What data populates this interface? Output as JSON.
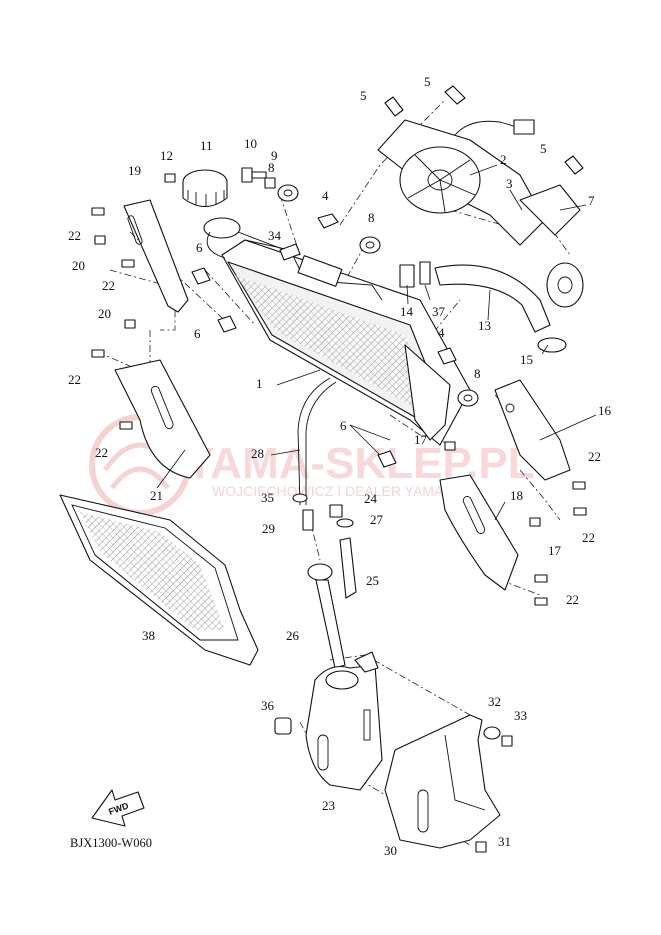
{
  "diagram": {
    "code": "BJX1300-W060",
    "fwd_label": "FWD",
    "watermark": {
      "brand": "YAMA-SKLEP.PL",
      "subtitle": "WOJCIECHOWICZ I DEALER YAMAHA"
    },
    "callouts": [
      "1",
      "2",
      "3",
      "4",
      "4",
      "5",
      "5",
      "5",
      "6",
      "6",
      "6",
      "7",
      "8",
      "8",
      "8",
      "9",
      "10",
      "11",
      "12",
      "13",
      "14",
      "15",
      "16",
      "17",
      "17",
      "18",
      "19",
      "20",
      "20",
      "21",
      "22",
      "22",
      "22",
      "22",
      "22",
      "22",
      "22",
      "23",
      "24",
      "25",
      "26",
      "27",
      "28",
      "29",
      "30",
      "31",
      "32",
      "33",
      "34",
      "35",
      "36",
      "37",
      "38"
    ],
    "colors": {
      "watermark": "#e05050",
      "line": "#111111"
    }
  }
}
